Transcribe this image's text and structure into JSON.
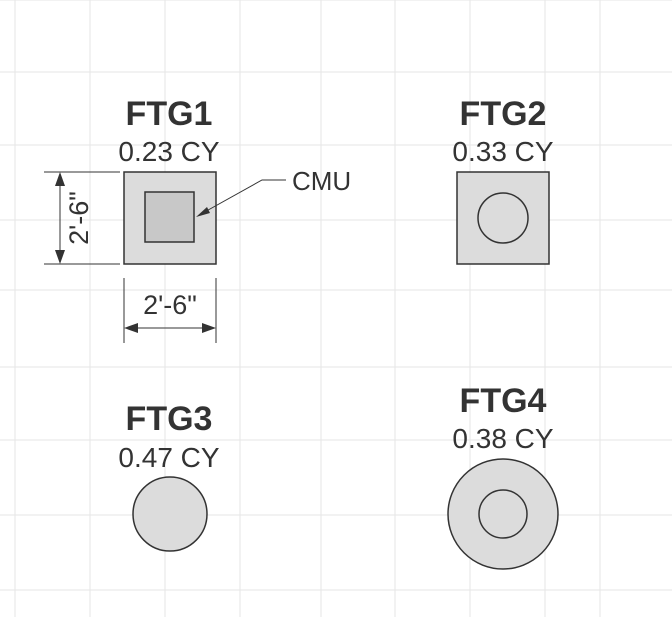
{
  "footings": [
    {
      "id": "ftg1",
      "name": "FTG1",
      "volume": "0.23 CY",
      "shape": "square",
      "inner": "square-filled"
    },
    {
      "id": "ftg2",
      "name": "FTG2",
      "volume": "0.33 CY",
      "shape": "square",
      "inner": "circle"
    },
    {
      "id": "ftg3",
      "name": "FTG3",
      "volume": "0.47 CY",
      "shape": "circle",
      "inner": "none"
    },
    {
      "id": "ftg4",
      "name": "FTG4",
      "volume": "0.38 CY",
      "shape": "circle",
      "inner": "circle"
    }
  ],
  "dimensions": {
    "vertical": "2'-6\"",
    "horizontal": "2'-6\""
  },
  "callout": {
    "label": "CMU"
  },
  "colors": {
    "text": "#333333",
    "fill": "#dcdcdc",
    "inner_fill": "#c8c8c8",
    "grid": "#e6e6e6"
  }
}
